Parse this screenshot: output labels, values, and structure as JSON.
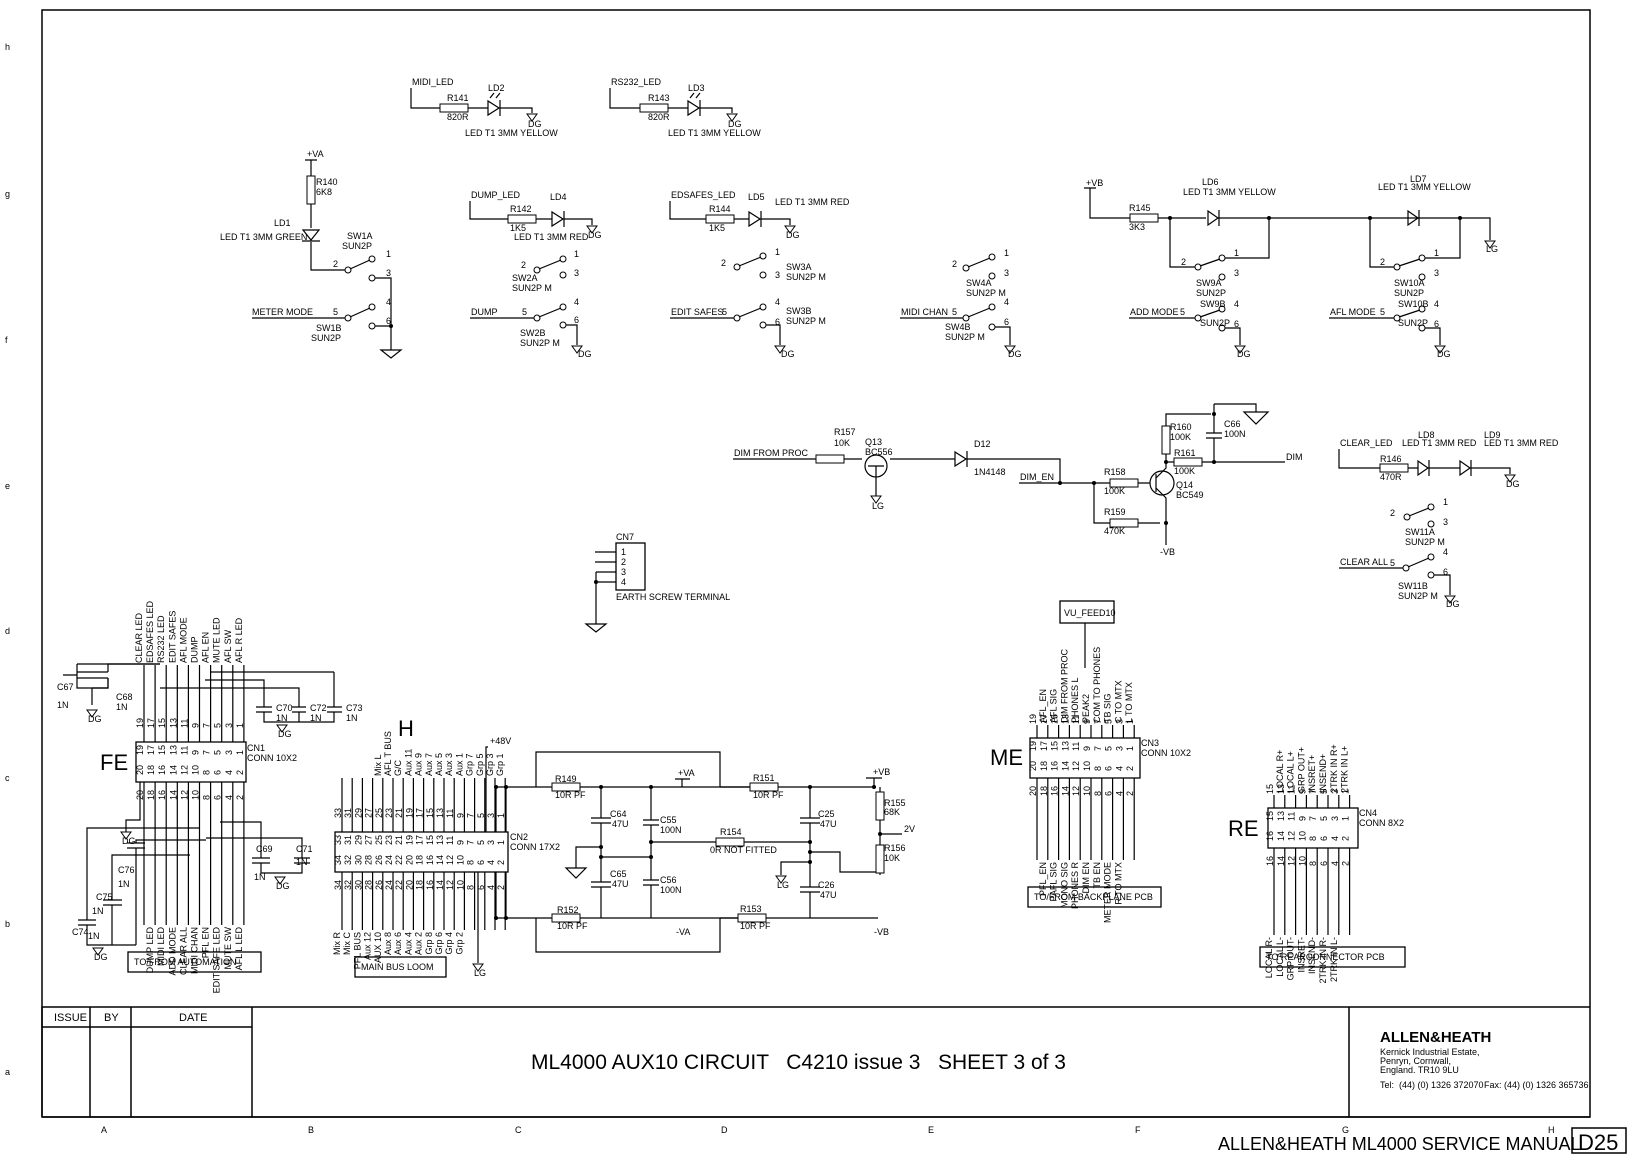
{
  "sheet": {
    "row_markers": [
      "h",
      "g",
      "f",
      "e",
      "d",
      "c",
      "b",
      "a"
    ],
    "col_markers": [
      "A",
      "B",
      "C",
      "D",
      "E",
      "F",
      "G",
      "H"
    ],
    "footer_text": "ALLEN&HEATH ML4000 SERVICE MANUAL",
    "page_code": "D25"
  },
  "title_block": {
    "issue_header": "ISSUE",
    "by_header": "BY",
    "date_header": "DATE",
    "title": "ML4000 AUX10 CIRCUIT   C4210 issue 3   SHEET 3 of 3",
    "company": "ALLEN&HEATH",
    "address": [
      "Kernick Industrial Estate,",
      "Penryn, Cornwall,",
      "England. TR10 9LU"
    ],
    "tel": "Tel:  (44) (0) 1326 372070",
    "fax": "Fax: (44) (0) 1326 365736"
  },
  "led_circuits": [
    {
      "net": "MIDI_LED",
      "resistor": "R141",
      "value": "820R",
      "led": "LD2",
      "led_type": "LED T1 3MM YELLOW",
      "gnd": "DG"
    },
    {
      "net": "RS232_LED",
      "resistor": "R143",
      "value": "820R",
      "led": "LD3",
      "led_type": "LED T1 3MM YELLOW",
      "gnd": "DG"
    },
    {
      "net": "DUMP_LED",
      "resistor": "R142",
      "value": "1K5",
      "led": "LD4",
      "led_type": "LED T1 3MM RED",
      "gnd": "DG"
    },
    {
      "net": "EDSAFES_LED",
      "resistor": "R144",
      "value": "1K5",
      "led": "LD5",
      "led_type": "LED T1 3MM RED",
      "gnd": "DG"
    }
  ],
  "meter": {
    "supply": "+VA",
    "resistor": "R140",
    "value": "6K8",
    "led": "LD1",
    "led_type": "LED T1 3MM GREEN",
    "swA": "SW1A",
    "swB": "SW1B",
    "sw_type": "SUN2P",
    "net": "METER MODE"
  },
  "switches": [
    {
      "a": "SW2A",
      "b": "SW2B",
      "type": "SUN2P M",
      "net": "DUMP"
    },
    {
      "a": "SW3A",
      "b": "SW3B",
      "type": "SUN2P M",
      "net": "EDIT SAFES"
    },
    {
      "a": "SW4A",
      "b": "SW4B",
      "type": "SUN2P M",
      "net": "MIDI CHAN"
    }
  ],
  "vb_chain": {
    "supply": "+VB",
    "resistor": "R145",
    "value": "3K3",
    "led1": "LD6",
    "led1_type": "LED T1 3MM YELLOW",
    "led2": "LD7",
    "led2_type": "LED T1 3MM YELLOW",
    "sw9a": "SW9A",
    "sw9b": "SW9B",
    "sw10a": "SW10A",
    "sw10b": "SW10B",
    "sw_type": "SUN2P",
    "net1": "ADD MODE",
    "net2": "AFL MODE",
    "gnd": "LG"
  },
  "pin_labels": {
    "p1": "1",
    "p2": "2",
    "p3": "3",
    "p4": "4",
    "p5": "5",
    "p6": "6"
  },
  "dim_circuit": {
    "in_net": "DIM FROM PROC",
    "r157": "R157",
    "r157_val": "10K",
    "q13": "Q13",
    "q13_type": "BC556",
    "lg": "LG",
    "d12": "D12",
    "d12_type": "1N4148",
    "en_net": "DIM_EN",
    "r158": "R158",
    "r158_val": "100K",
    "r159": "R159",
    "r159_val": "470K",
    "q14": "Q14",
    "q14_type": "BC549",
    "r160": "R160",
    "r160_val": "100K",
    "r161": "R161",
    "r161_val": "100K",
    "c66": "C66",
    "c66_val": "100N",
    "out_net": "DIM",
    "neg": "-VB"
  },
  "clear_circuit": {
    "net": "CLEAR_LED",
    "resistor": "R146",
    "value": "470R",
    "led1": "LD8",
    "led1_type": "LED T1 3MM RED",
    "led2": "LD9",
    "led2_type": "LED T1 3MM RED",
    "swA": "SW11A",
    "swB": "SW11B",
    "sw_type": "SUN2P M",
    "net2": "CLEAR ALL",
    "gnd": "DG"
  },
  "cn7": {
    "ref": "CN7",
    "pins": [
      "1",
      "2",
      "3",
      "4"
    ],
    "label": "EARTH SCREW TERMINAL"
  },
  "fe": {
    "tag": "FE",
    "ref": "CN1",
    "type": "CONN 10X2",
    "top_nets": [
      "CLEAR LED",
      "EDSAFES LED",
      "RS232 LED",
      "EDIT SAFES",
      "AFL MODE",
      "DUMP",
      "AFL EN",
      "MUTE LED",
      "AFL SW",
      "AFL R LED"
    ],
    "bottom_nets": [
      "DUMP LED",
      "MIDI LED",
      "ADD MODE",
      "CLEAR ALL",
      "MIDI CHAN",
      "PFL EN",
      "EDIT SAFE LED",
      "MUTE SW",
      "AFL L LED"
    ],
    "odd_pins": [
      "19",
      "17",
      "15",
      "13",
      "11",
      "9",
      "7",
      "5",
      "3",
      "1"
    ],
    "even_pins": [
      "20",
      "18",
      "16",
      "14",
      "12",
      "10",
      "8",
      "6",
      "4",
      "2"
    ],
    "caps": [
      {
        "ref": "C67",
        "val": "1N"
      },
      {
        "ref": "C68",
        "val": "1N"
      },
      {
        "ref": "C70",
        "val": "1N"
      },
      {
        "ref": "C72",
        "val": "1N"
      },
      {
        "ref": "C73",
        "val": "1N"
      },
      {
        "ref": "C69",
        "val": "1N"
      },
      {
        "ref": "C71",
        "val": "1N"
      },
      {
        "ref": "C76",
        "val": "1N"
      },
      {
        "ref": "C75",
        "val": "1N"
      },
      {
        "ref": "C74",
        "val": "1N"
      }
    ],
    "gnd": "DG",
    "label": "TO/FROM AUTOMATION"
  },
  "h": {
    "tag": "H",
    "ref": "CN2",
    "type": "CONN 17X2",
    "v48": "+48V",
    "top_nets": [
      "Mix L",
      "AFL T BUS",
      "G/C",
      "Aux 11",
      "Aux 9",
      "Aux 7",
      "Aux 5",
      "Aux 3",
      "Aux 1",
      "Grp 7",
      "Grp 5",
      "Grp 3",
      "Grp 1"
    ],
    "bottom_nets": [
      "Mix R",
      "Mix C",
      "PFL BUS",
      "Aux 12",
      "AUX 10",
      "Aux 8",
      "Aux 6",
      "Aux 4",
      "Aux 2",
      "Grp 8",
      "Grp 6",
      "Grp 4",
      "Grp 2"
    ],
    "odd_pins": [
      "33",
      "31",
      "29",
      "27",
      "25",
      "23",
      "21",
      "19",
      "17",
      "15",
      "13",
      "11",
      "9",
      "7",
      "5",
      "3",
      "1"
    ],
    "even_pins": [
      "34",
      "32",
      "30",
      "28",
      "26",
      "24",
      "22",
      "20",
      "18",
      "16",
      "14",
      "12",
      "10",
      "8",
      "6",
      "4",
      "2"
    ],
    "label": "MAIN BUS LOOM",
    "gnd": "LG"
  },
  "psu": {
    "r149": "R149",
    "r149_val": "10R PF",
    "va": "+VA",
    "nva": "-VA",
    "c64": "C64",
    "c64_val": "47U",
    "c65": "C65",
    "c65_val": "47U",
    "c55": "C55",
    "c55_val": "100N",
    "c56": "C56",
    "c56_val": "100N",
    "r154": "R154",
    "r154_val": "0R NOT FITTED",
    "r151": "R151",
    "r151_val": "10R PF",
    "vb": "+VB",
    "nvb": "-VB",
    "c25": "C25",
    "c25_val": "47U",
    "c26": "C26",
    "c26_val": "47U",
    "r152": "R152",
    "r152_val": "10R PF",
    "r153": "R153",
    "r153_val": "10R PF",
    "r155": "R155",
    "r155_val": "68K",
    "r156": "R156",
    "r156_val": "10K",
    "v2": "2V",
    "lg": "LG"
  },
  "me": {
    "tag": "ME",
    "ref": "CN3",
    "type": "CONN 10X2",
    "vu": "VU_FEED10",
    "top_nets": [
      "AFL_EN",
      "AFL SIG",
      "DIM FROM PROC",
      "PHONES L",
      "PEAK2",
      "COM TO PHONES",
      "TB SIG",
      "C TO MTX",
      "L TO MTX"
    ],
    "bottom_nets": [
      "PFL_EN",
      "PAFL SIG",
      "MONO SIG",
      "PHONES R",
      "DIM EN",
      "TB EN",
      "METER MODE",
      "R TO MTX"
    ],
    "odd_pins": [
      "19",
      "17",
      "15",
      "13",
      "11",
      "9",
      "7",
      "5",
      "3",
      "1"
    ],
    "even_pins": [
      "20",
      "18",
      "16",
      "14",
      "12",
      "10",
      "8",
      "6",
      "4",
      "2"
    ],
    "label": "TO/FROM BACKPLANE PCB"
  },
  "re": {
    "tag": "RE",
    "ref": "CN4",
    "type": "CONN 8X2",
    "top_nets": [
      "LOCAL R+",
      "LOCAL L+",
      "GRP OUT+",
      "INSRET+",
      "INSEND+",
      "2TRK IN R+",
      "2TRK IN L+"
    ],
    "bottom_nets": [
      "LOCAL R-",
      "LOCAL L-",
      "GRP OUT-",
      "INSRET-",
      "INSEND-",
      "2TRK IN R-",
      "2TRK IN L-"
    ],
    "odd_pins": [
      "15",
      "13",
      "11",
      "9",
      "7",
      "5",
      "3",
      "1"
    ],
    "even_pins": [
      "16",
      "14",
      "12",
      "10",
      "8",
      "6",
      "4",
      "2"
    ],
    "label": "TO REARCONNECTOR PCB"
  }
}
